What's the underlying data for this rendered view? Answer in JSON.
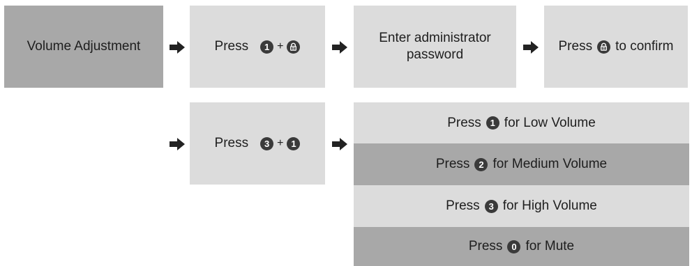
{
  "colors": {
    "dark_box": "#a8a8a8",
    "light_box": "#dcdcdc",
    "icon": "#3a3a3a",
    "arrow": "#222222"
  },
  "row1": {
    "start": "Volume Adjustment",
    "step1_prefix": "Press",
    "step1_key_a": "1",
    "step1_plus": "+",
    "step2_line1": "Enter administrator",
    "step2_line2": "password",
    "step3_prefix": "Press",
    "step3_suffix": "to confirm"
  },
  "row2": {
    "step_prefix": "Press",
    "step_key_a": "3",
    "step_plus": "+",
    "step_key_b": "1",
    "options": [
      {
        "prefix": "Press",
        "key": "1",
        "suffix": "for Low Volume"
      },
      {
        "prefix": "Press",
        "key": "2",
        "suffix": "for Medium Volume"
      },
      {
        "prefix": "Press",
        "key": "3",
        "suffix": "for High Volume"
      },
      {
        "prefix": "Press",
        "key": "0",
        "suffix": "for Mute"
      }
    ]
  }
}
